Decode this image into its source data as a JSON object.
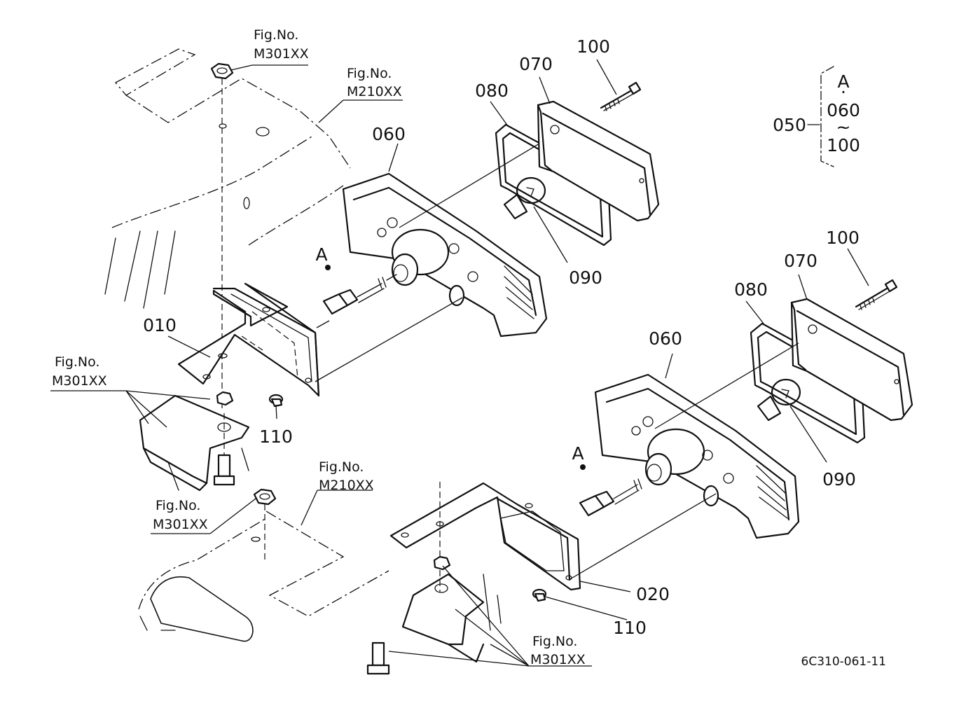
{
  "labels": {
    "p010": "010",
    "p020": "020",
    "p050": "050",
    "p060a": "060",
    "p060b": "060",
    "p070a": "070",
    "p070b": "070",
    "p080a": "080",
    "p080b": "080",
    "p090a": "090",
    "p090b": "090",
    "p100a": "100",
    "p100b": "100",
    "p110a": "110",
    "p110b": "110",
    "a1": "A",
    "a2": "A"
  },
  "fig_refs": [
    {
      "title": "Fig.No.",
      "code": "M301XX"
    },
    {
      "title": "Fig.No.",
      "code": "M210XX"
    },
    {
      "title": "Fig.No.",
      "code": "M301XX"
    },
    {
      "title": "Fig.No.",
      "code": "M210XX"
    },
    {
      "title": "Fig.No.",
      "code": "M301XX"
    },
    {
      "title": "Fig.No.",
      "code": "M301XX"
    }
  ],
  "assembly_note": {
    "part": "050",
    "includes_letter": "A",
    "dot": "·",
    "range_start": "060",
    "tilde": "~",
    "range_end": "100"
  },
  "drawing_number": "6C310-061-11"
}
